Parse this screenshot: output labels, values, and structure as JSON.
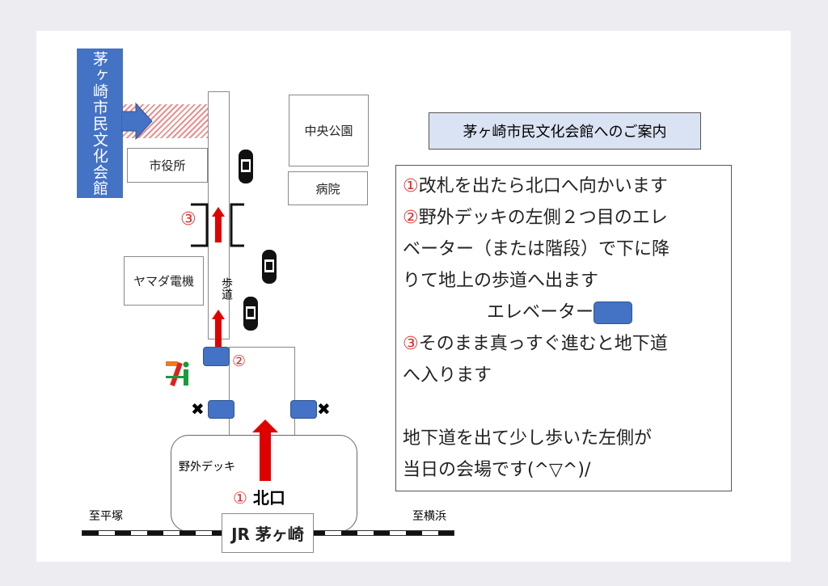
{
  "venue": "茅ヶ崎市民文化会館",
  "places": {
    "city_hall": "市役所",
    "park": "中央公園",
    "hospital": "病院",
    "yamada": "ヤマダ電機",
    "sidewalk": "歩道",
    "deck": "野外デッキ",
    "north_exit": "北口",
    "station": "JR 茅ヶ崎",
    "to_hiratsuka": "至平塚",
    "to_yokohama": "至横浜"
  },
  "markers": {
    "m1": "①",
    "m2": "②",
    "m3": "③"
  },
  "title": "茅ヶ崎市民文化会館へのご案内",
  "instructions": {
    "l1a": "①",
    "l1b": "改札を出たら北口へ向かいます",
    "l2a": "②",
    "l2b": "野外デッキの左側２つ目のエレ",
    "l3": "ベーター（または階段）で下に降",
    "l4": "りて地上の歩道へ出ます",
    "l5": "エレベーター",
    "l6a": "③",
    "l6b": "そのまま真っすぐ進むと地下道",
    "l7": "へ入ります",
    "l8": "地下道を出て少し歩いた左側が",
    "l9": "当日の会場です(^▽^)/"
  },
  "colors": {
    "accent": "#4472c4",
    "route": "#e00000",
    "title_bg": "#dae3f3"
  }
}
